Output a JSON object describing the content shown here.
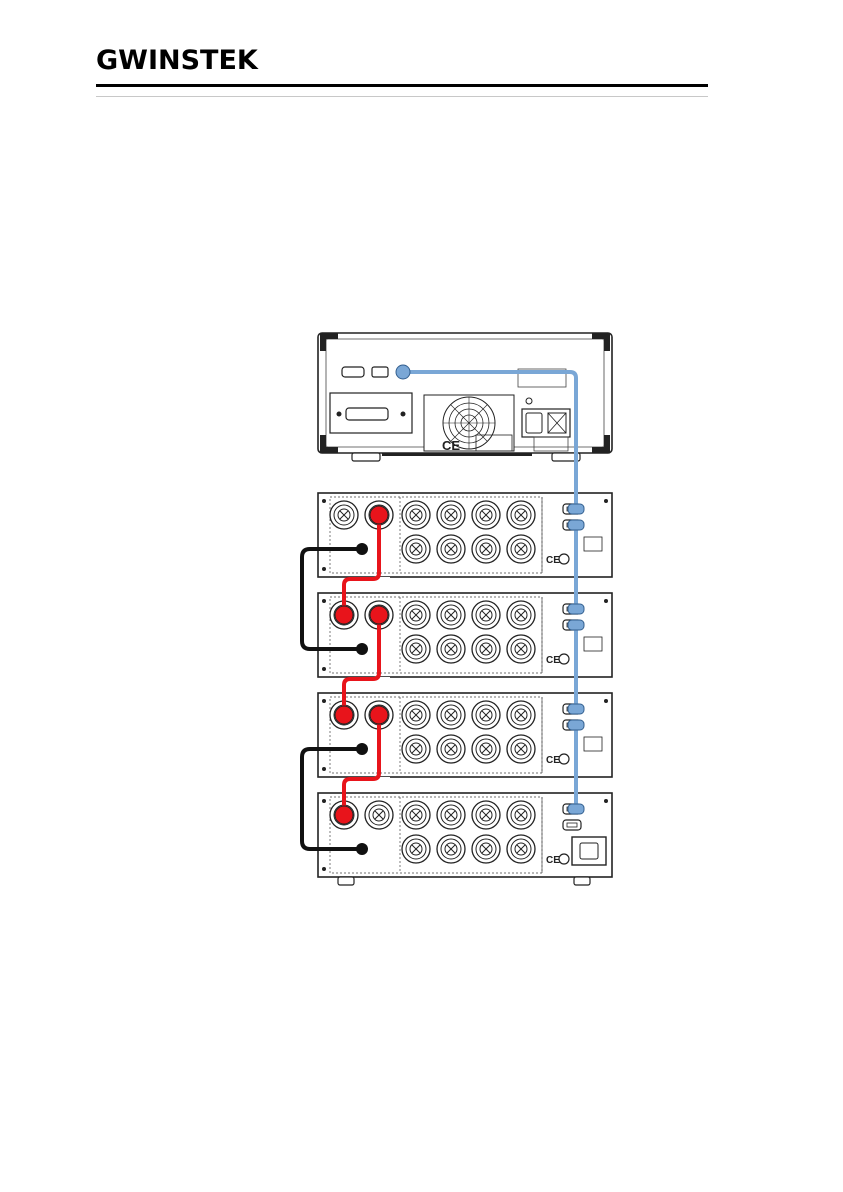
{
  "brand": {
    "logo_text": "GWINSTEK"
  },
  "diagram": {
    "main_unit": {
      "ce_mark": "CE"
    },
    "expansion_units": [
      {
        "ce_mark": "CE"
      },
      {
        "ce_mark": "CE"
      },
      {
        "ce_mark": "CE"
      },
      {
        "ce_mark": "CE"
      }
    ],
    "colors": {
      "control_cable": "#7aa7d6",
      "positive_cable": "#e8141b",
      "negative_cable": "#111111",
      "panel_fill": "#ffffff",
      "panel_stroke": "#222222"
    }
  }
}
